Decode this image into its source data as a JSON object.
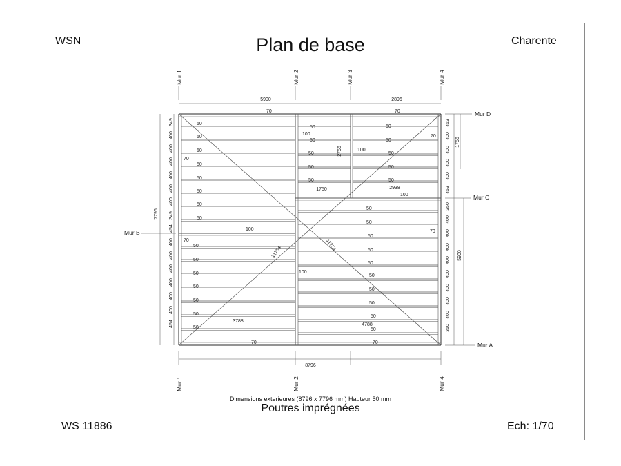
{
  "header": {
    "left": "WSN",
    "title": "Plan de base",
    "right": "Charente"
  },
  "footer": {
    "left": "WS 11886",
    "right": "Ech: 1/70"
  },
  "caption": "Dimensions exterieures (8796 x 7796 mm) Hauteur 50 mm",
  "subtitle": "Poutres imprégnées",
  "walls": {
    "mur1": "Mur 1",
    "mur2": "Mur 2",
    "mur3": "Mur 3",
    "mur4": "Mur 4",
    "murA": "Mur A",
    "murB": "Mur B",
    "murC": "Mur C",
    "murD": "Mur D"
  },
  "dimensions": {
    "top_left": "5900",
    "top_right": "2896",
    "bottom_total": "8796",
    "left_total": "7796",
    "right_top": "1756",
    "right_bottom": "5900",
    "diag_left": "11754",
    "diag_right": "11754",
    "inner_2756": "2756",
    "inner_1750": "1750",
    "inner_2938": "2938",
    "inner_3788": "3788",
    "inner_4788": "4788"
  },
  "left_spacings": [
    "349",
    "400",
    "400",
    "400",
    "400",
    "400",
    "400",
    "349",
    "454",
    "400",
    "400",
    "400",
    "400",
    "400",
    "400",
    "454"
  ],
  "right_spacings": [
    "453",
    "400",
    "400",
    "400",
    "400",
    "453",
    "350",
    "400",
    "400",
    "400",
    "400",
    "400",
    "400",
    "400",
    "400",
    "350"
  ],
  "beam_labels": {
    "b50": "50",
    "b70": "70",
    "b100": "100"
  }
}
